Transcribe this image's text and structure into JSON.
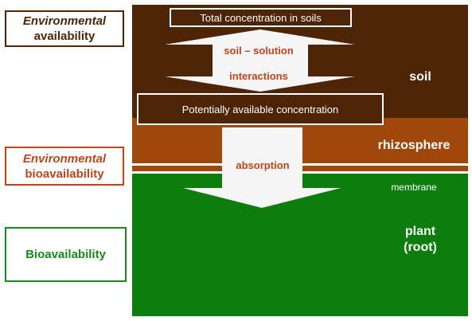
{
  "categories": {
    "environmental_availability": {
      "line1": "Environmental",
      "line2": "availability",
      "color": "#4d2406"
    },
    "environmental_bioavailability": {
      "line1": "Environmental",
      "line2": "bioavailability",
      "color": "#c0441a"
    },
    "bioavailability": {
      "label": "Bioavailability",
      "color": "#1a8a1a"
    }
  },
  "layers": {
    "soil": {
      "label": "soil",
      "color": "#4d2406"
    },
    "rhizosphere": {
      "label": "rhizosphere",
      "color": "#a0470c"
    },
    "membrane": {
      "label": "membrane"
    },
    "plant": {
      "line1": "plant",
      "line2": "(root)",
      "color": "#0d7d0d"
    }
  },
  "boxes": {
    "total": "Total concentration in soils",
    "potential": "Potentially available concentration"
  },
  "arrows": {
    "interaction_line1": "soil – solution",
    "interaction_line2": "interactions",
    "absorption": "absorption",
    "arrow_color": "#f5f5f5",
    "label_color": "#c0441a"
  }
}
